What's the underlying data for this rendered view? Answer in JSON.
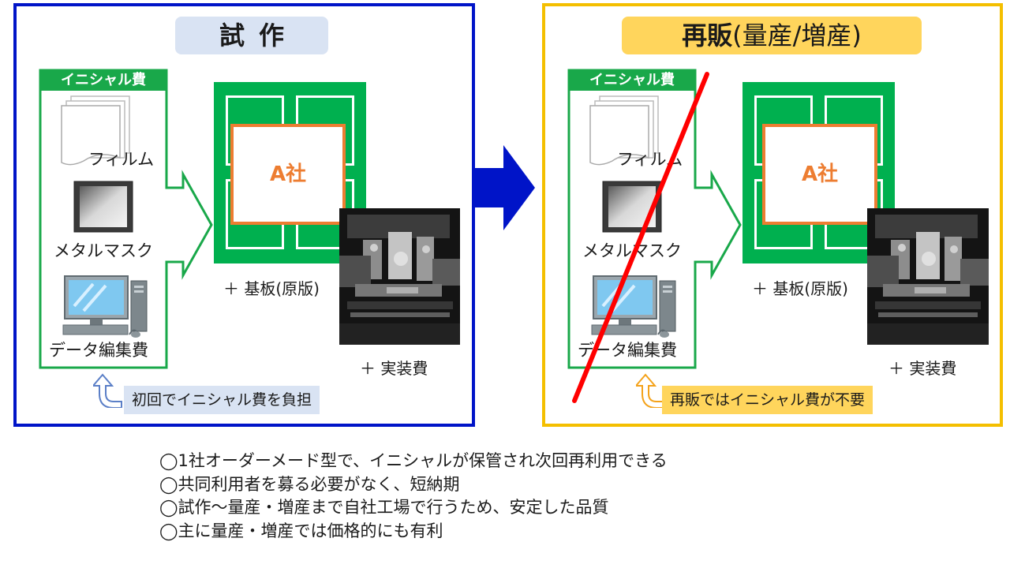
{
  "left_panel": {
    "title": "試作",
    "initial_tag": "イニシャル費",
    "items": [
      "フィルム",
      "メタルマスク",
      "データ編集費"
    ],
    "company": "A社",
    "board_label": "＋ 基板(原版)",
    "mount_label": "＋ 実装費",
    "note": "初回でイニシャル費を負担"
  },
  "right_panel": {
    "title_main": "再販",
    "title_sub": "(量産/増産)",
    "initial_tag": "イニシャル費",
    "items": [
      "フィルム",
      "メタルマスク",
      "データ編集費"
    ],
    "company": "A社",
    "board_label": "＋ 基板(原版)",
    "mount_label": "＋ 実装費",
    "note": "再販ではイニシャル費が不要"
  },
  "bullets": [
    "◯1社オーダーメード型で、イニシャルが保管され次回再利用できる",
    "◯共同利用者を募る必要がなく、短納期",
    "◯試作〜量産・増産まで自社工場で行うため、安定した品質",
    "◯主に量産・増産では価格的にも有利"
  ],
  "colors": {
    "left_frame": "#0014c8",
    "right_frame": "#f4bf00",
    "green": "#19a84a",
    "board": "#00b04f",
    "company": "#ed7d31",
    "cross_line": "#ff0000",
    "arrow": "#0014c8"
  },
  "icons": [
    "film-icon",
    "metal-mask-icon",
    "computer-icon",
    "return-arrow-icon",
    "mounter-machine-image"
  ]
}
